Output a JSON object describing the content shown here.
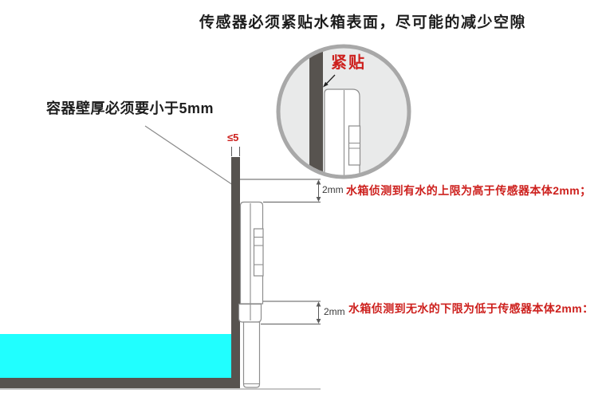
{
  "title": "传感器必须紧贴水箱表面，尽可能的减少空隙",
  "labels": {
    "wall_thickness_note": "容器壁厚必须要小于5mm",
    "wall_thickness_max": "≤5",
    "tight_fit": "紧贴",
    "upper_gap": "2mm",
    "upper_note": "水箱侦测到有水的上限为高于传感器本体2mm；",
    "lower_gap": "2mm",
    "lower_note": "水箱侦测到无水的下限为低于传感器本体2mm："
  },
  "colors": {
    "ink": "#1d1d1d",
    "red": "#cd201d",
    "water": "#20ffff",
    "wall": "#57534f",
    "ring": "#a8a8a8",
    "lens": "#e9eaea",
    "outline": "#8d8d8d",
    "dim": "#5a5a5a"
  }
}
